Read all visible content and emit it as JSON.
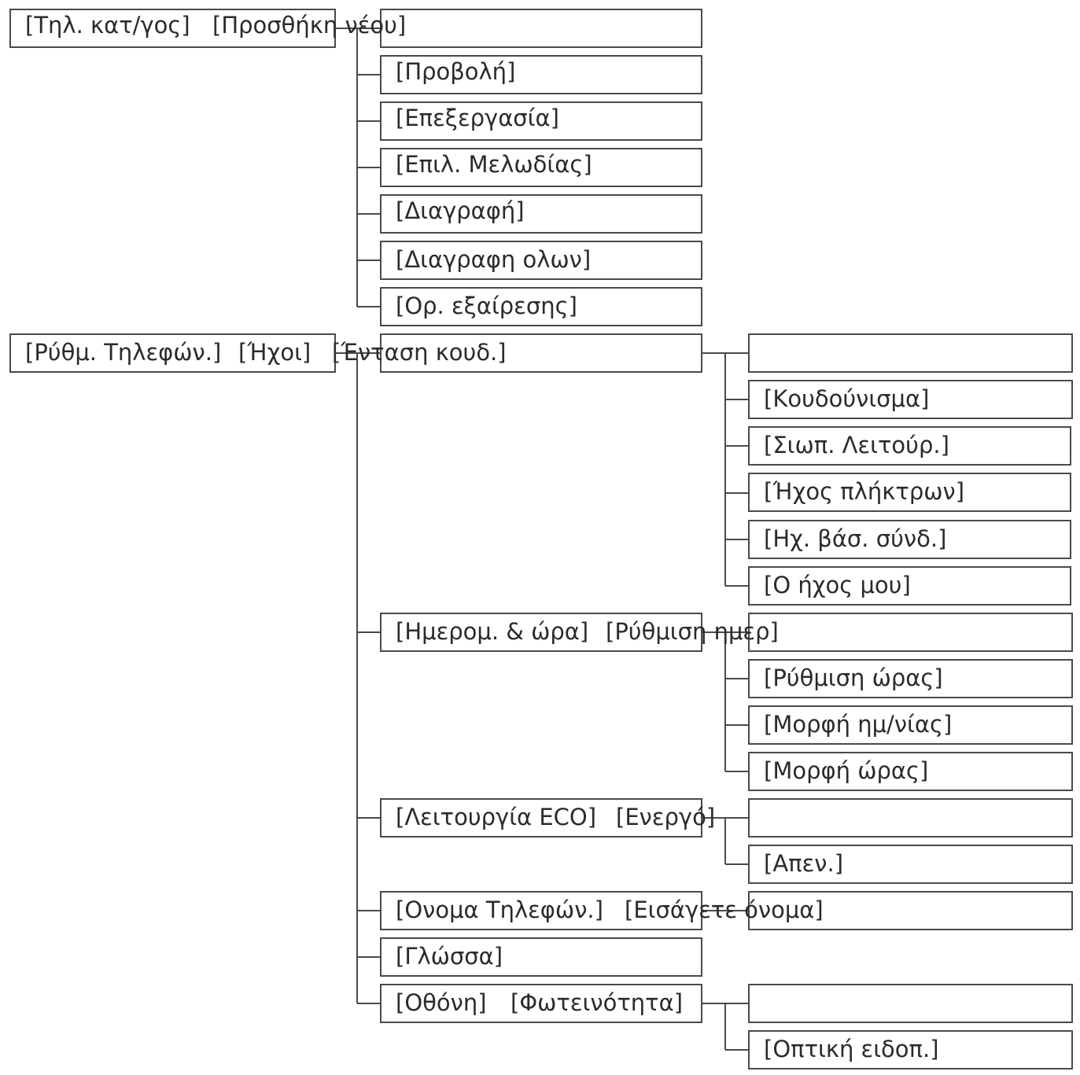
{
  "menu": {
    "phonebook": {
      "root": "[Τηλ. κατ/γος]",
      "first": "[Προσθήκη νέου]",
      "items": [
        "[Προβολή]",
        "[Επεξεργασία]",
        "[Επιλ. Μελωδίας]",
        "[Διαγραφή]",
        "[Διαγραφη ολων]",
        "[Ορ. εξαίρεσης]"
      ]
    },
    "settings": {
      "root": "[Ρύθμ. Τηλεφών.]",
      "sounds": {
        "label": "[Ήχοι]",
        "first": "[Ένταση κουδ.]",
        "items": [
          "[Κουδούνισμα]",
          "[Σιωπ. Λειτούρ.]",
          "[Ήχος πλήκτρων]",
          "[Ηχ. βάσ. σύνδ.]",
          "[Ο ήχος μου]"
        ]
      },
      "datetime": {
        "label": "[Ημερομ. & ώρα]",
        "first": "[Ρύθμιση ημερ]",
        "items": [
          "[Ρύθμιση ώρας]",
          "[Μορφή ημ/νίας]",
          "[Μορφή ώρας]"
        ]
      },
      "eco": {
        "label": "[Λειτουργία ECO]",
        "first": "[Ενεργό]",
        "items": [
          "[Απεν.]"
        ]
      },
      "phone_name": {
        "label": "[Ονομα Τηλεφών.]",
        "first": "[Εισάγετε όνομα]"
      },
      "language": {
        "label": "[Γλώσσα]"
      },
      "display": {
        "label": "[Οθόνη]",
        "first": "[Φωτεινότητα]",
        "items": [
          "[Οπτική ειδοπ.]"
        ]
      }
    }
  },
  "colors": {
    "line": "#4a4a4a",
    "text": "#2b2b2b",
    "background": "#ffffff"
  }
}
